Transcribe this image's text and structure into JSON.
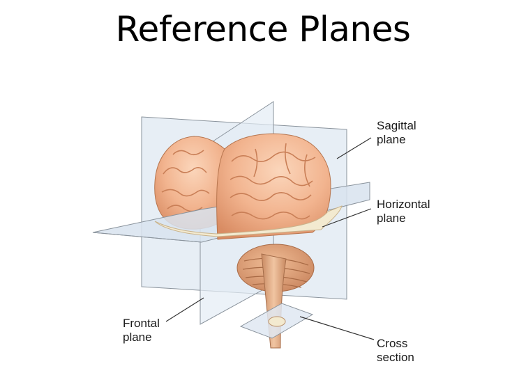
{
  "slide": {
    "title": "Reference Planes"
  },
  "figure": {
    "labels": {
      "sagittal": {
        "line1": "Sagittal",
        "line2": "plane"
      },
      "horizontal": {
        "line1": "Horizontal",
        "line2": "plane"
      },
      "frontal": {
        "line1": "Frontal",
        "line2": "plane"
      },
      "cross": {
        "line1": "Cross",
        "line2": "section"
      }
    }
  },
  "colors": {
    "plane_fill": "#dfe8f2",
    "plane_edge": "#8a939c",
    "brain_surface": "#f2b48f",
    "brain_shadow": "#d9885f",
    "brain_highlight": "#fbd2b4",
    "cut_surface": "#f3ead0",
    "cerebellum": "#e3a47a",
    "brainstem": "#e8b48e",
    "leader_line": "#333333"
  }
}
